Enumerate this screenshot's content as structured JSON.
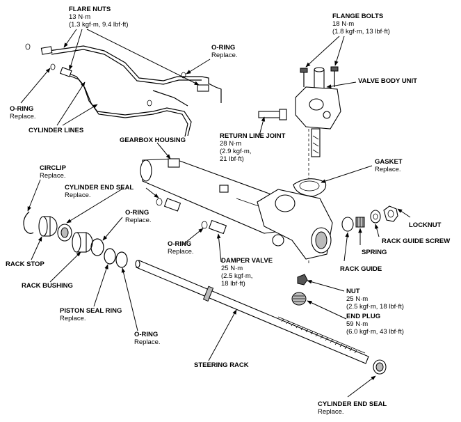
{
  "labels": {
    "flare_nuts": {
      "title": "FLARE NUTS",
      "l1": "13 N·m",
      "l2": "(1.3 kgf·m, 9.4 lbf·ft)"
    },
    "flange_bolts": {
      "title": "FLANGE BOLTS",
      "l1": "18 N·m",
      "l2": "(1.8 kgf·m, 13 lbf·ft)"
    },
    "o_ring_top": {
      "title": "O-RING",
      "l1": "Replace."
    },
    "valve_body_unit": {
      "title": "VALVE BODY UNIT"
    },
    "o_ring_left": {
      "title": "O-RING",
      "l1": "Replace."
    },
    "cylinder_lines": {
      "title": "CYLINDER LINES"
    },
    "gearbox_housing": {
      "title": "GEARBOX HOUSING"
    },
    "return_line_joint": {
      "title": "RETURN LINE JOINT",
      "l1": "28 N·m",
      "l2": "(2.9 kgf·m,",
      "l3": "21 lbf·ft)"
    },
    "gasket": {
      "title": "GASKET",
      "l1": "Replace."
    },
    "circlip": {
      "title": "CIRCLIP",
      "l1": "Replace."
    },
    "cylinder_end_seal_top": {
      "title": "CYLINDER END SEAL",
      "l1": "Replace."
    },
    "o_ring_mid": {
      "title": "O-RING",
      "l1": "Replace."
    },
    "locknut": {
      "title": "LOCKNUT"
    },
    "rack_guide_screw": {
      "title": "RACK GUIDE SCREW"
    },
    "spring": {
      "title": "SPRING"
    },
    "rack_guide": {
      "title": "RACK GUIDE"
    },
    "o_ring_damper": {
      "title": "O-RING",
      "l1": "Replace."
    },
    "damper_valve": {
      "title": "DAMPER VALVE",
      "l1": "25 N·m",
      "l2": "(2.5 kgf·m,",
      "l3": "18 lbf·ft)"
    },
    "rack_stop": {
      "title": "RACK STOP"
    },
    "rack_bushing": {
      "title": "RACK BUSHING"
    },
    "nut": {
      "title": "NUT",
      "l1": "25 N·m",
      "l2": "(2.5 kgf·m, 18 lbf·ft)"
    },
    "end_plug": {
      "title": "END PLUG",
      "l1": "59 N·m",
      "l2": "(6.0 kgf·m, 43 lbf·ft)"
    },
    "piston_seal_ring": {
      "title": "PISTON SEAL RING",
      "l1": "Replace."
    },
    "o_ring_bottom": {
      "title": "O-RING",
      "l1": "Replace."
    },
    "steering_rack": {
      "title": "STEERING RACK"
    },
    "cylinder_end_seal_bottom": {
      "title": "CYLINDER END SEAL",
      "l1": "Replace."
    }
  }
}
